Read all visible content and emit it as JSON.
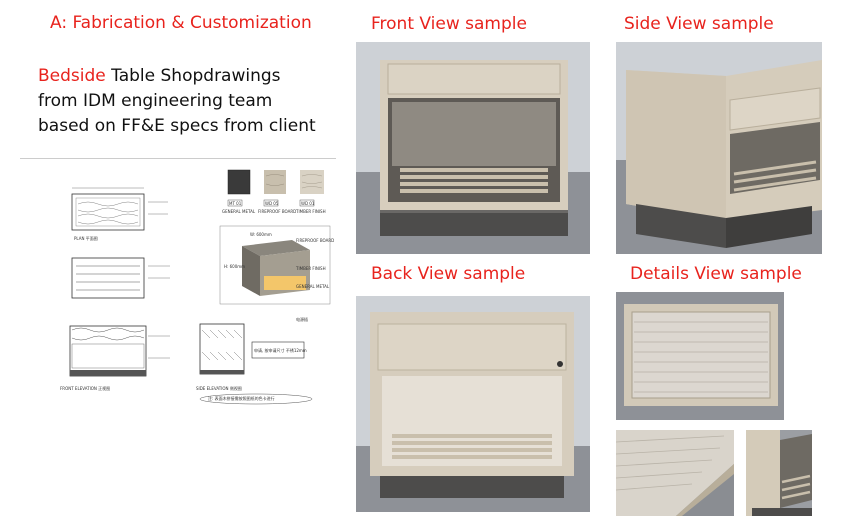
{
  "section_title": "A: Fabrication & Customization",
  "intro": {
    "highlight": "Bedside",
    "line1_rest": " Table Shopdrawings",
    "line2": "from IDM engineering team",
    "line3": "based on FF&E specs from client"
  },
  "views": {
    "front": "Front View sample",
    "side": "Side View sample",
    "back": "Back View sample",
    "details": "Details View sample"
  },
  "drawing": {
    "plan": "PLAN 平面图",
    "front_elevation": "FRONT ELEVATION 正视图",
    "side_elevation": "SIDE ELEVATION 侧视图",
    "materials": [
      {
        "code": "MT 01",
        "label": "GENERAL METAL"
      },
      {
        "code": "WD 05",
        "label": "FIREPROOF BOARD"
      },
      {
        "code": "WD 01",
        "label": "TIMBER FINISH"
      }
    ],
    "dim_width": "W: 600mm",
    "dim_height": "H: 600mm",
    "callouts": [
      "FIREPROOF BOARD",
      "TIMBER FINISH",
      "GENERAL METAL"
    ],
    "note_label": "电源插",
    "note_box": "申请, 按申请尺寸 不锈12mm",
    "remark": "注: 表面木拼接需按照图纸的色卡进行"
  },
  "colors": {
    "accent_red": "#e8231d",
    "wood": "#d4cbb9",
    "metal_base": "#4d4c4b",
    "floor": "#8e9197",
    "wall": "#cdd1d6"
  }
}
